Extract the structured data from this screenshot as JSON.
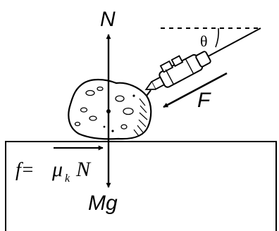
{
  "labels": {
    "normal_force": "N",
    "applied_force": "F",
    "angle": "θ",
    "weight": "Mg",
    "friction_prefix": "f=",
    "friction_coeff": "μ",
    "friction_sub": "k",
    "friction_normal": "N"
  },
  "colors": {
    "ink": "#000000",
    "background": "#ffffff"
  },
  "icons": {
    "pusher": "hand-held-pusher-icon",
    "rock": "rock-icon"
  }
}
